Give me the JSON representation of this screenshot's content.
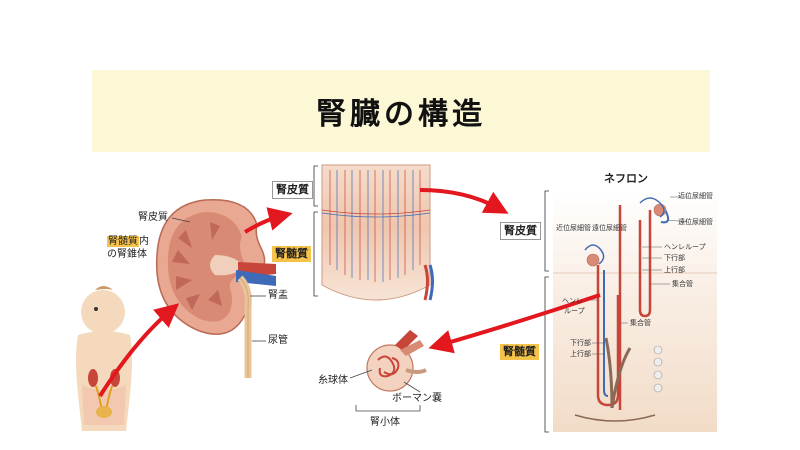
{
  "title": "腎臓の構造",
  "kidney": {
    "cortex_label": "腎皮質",
    "medulla_label_hl": "腎髄質",
    "medulla_label_rest": "内",
    "pyramid_label": "の腎錐体",
    "pelvis_label": "腎盂",
    "ureter_label": "尿管"
  },
  "tissue": {
    "cortex_tag": "腎皮質",
    "medulla_tag": "腎髄質"
  },
  "corpuscle": {
    "glomerulus_label": "糸球体",
    "bowman_label": "ボーマン嚢",
    "name_label": "腎小体"
  },
  "nephron": {
    "title": "ネフロン",
    "cortex_tag": "腎皮質",
    "medulla_tag": "腎髄質",
    "proximal_top": "近位尿細管",
    "distal_right": "遠位尿細管",
    "proximal_left": "近位尿細管",
    "distal_mid": "遠位尿細管",
    "henle_right": "ヘンレループ",
    "descending_right": "下行部",
    "ascending_right": "上行部",
    "collecting_right": "集合管",
    "henle_left_1": "ヘンレ",
    "henle_left_2": "ループ",
    "collecting_mid": "集合管",
    "descending_left": "下行部",
    "ascending_left": "上行部"
  },
  "colors": {
    "arrow": "#e3171e",
    "highlight": "#f5c24a",
    "title_bg": "#fcf8d6",
    "kidney": "#d98a74",
    "artery": "#c8453a",
    "vein": "#3e6ab8"
  }
}
